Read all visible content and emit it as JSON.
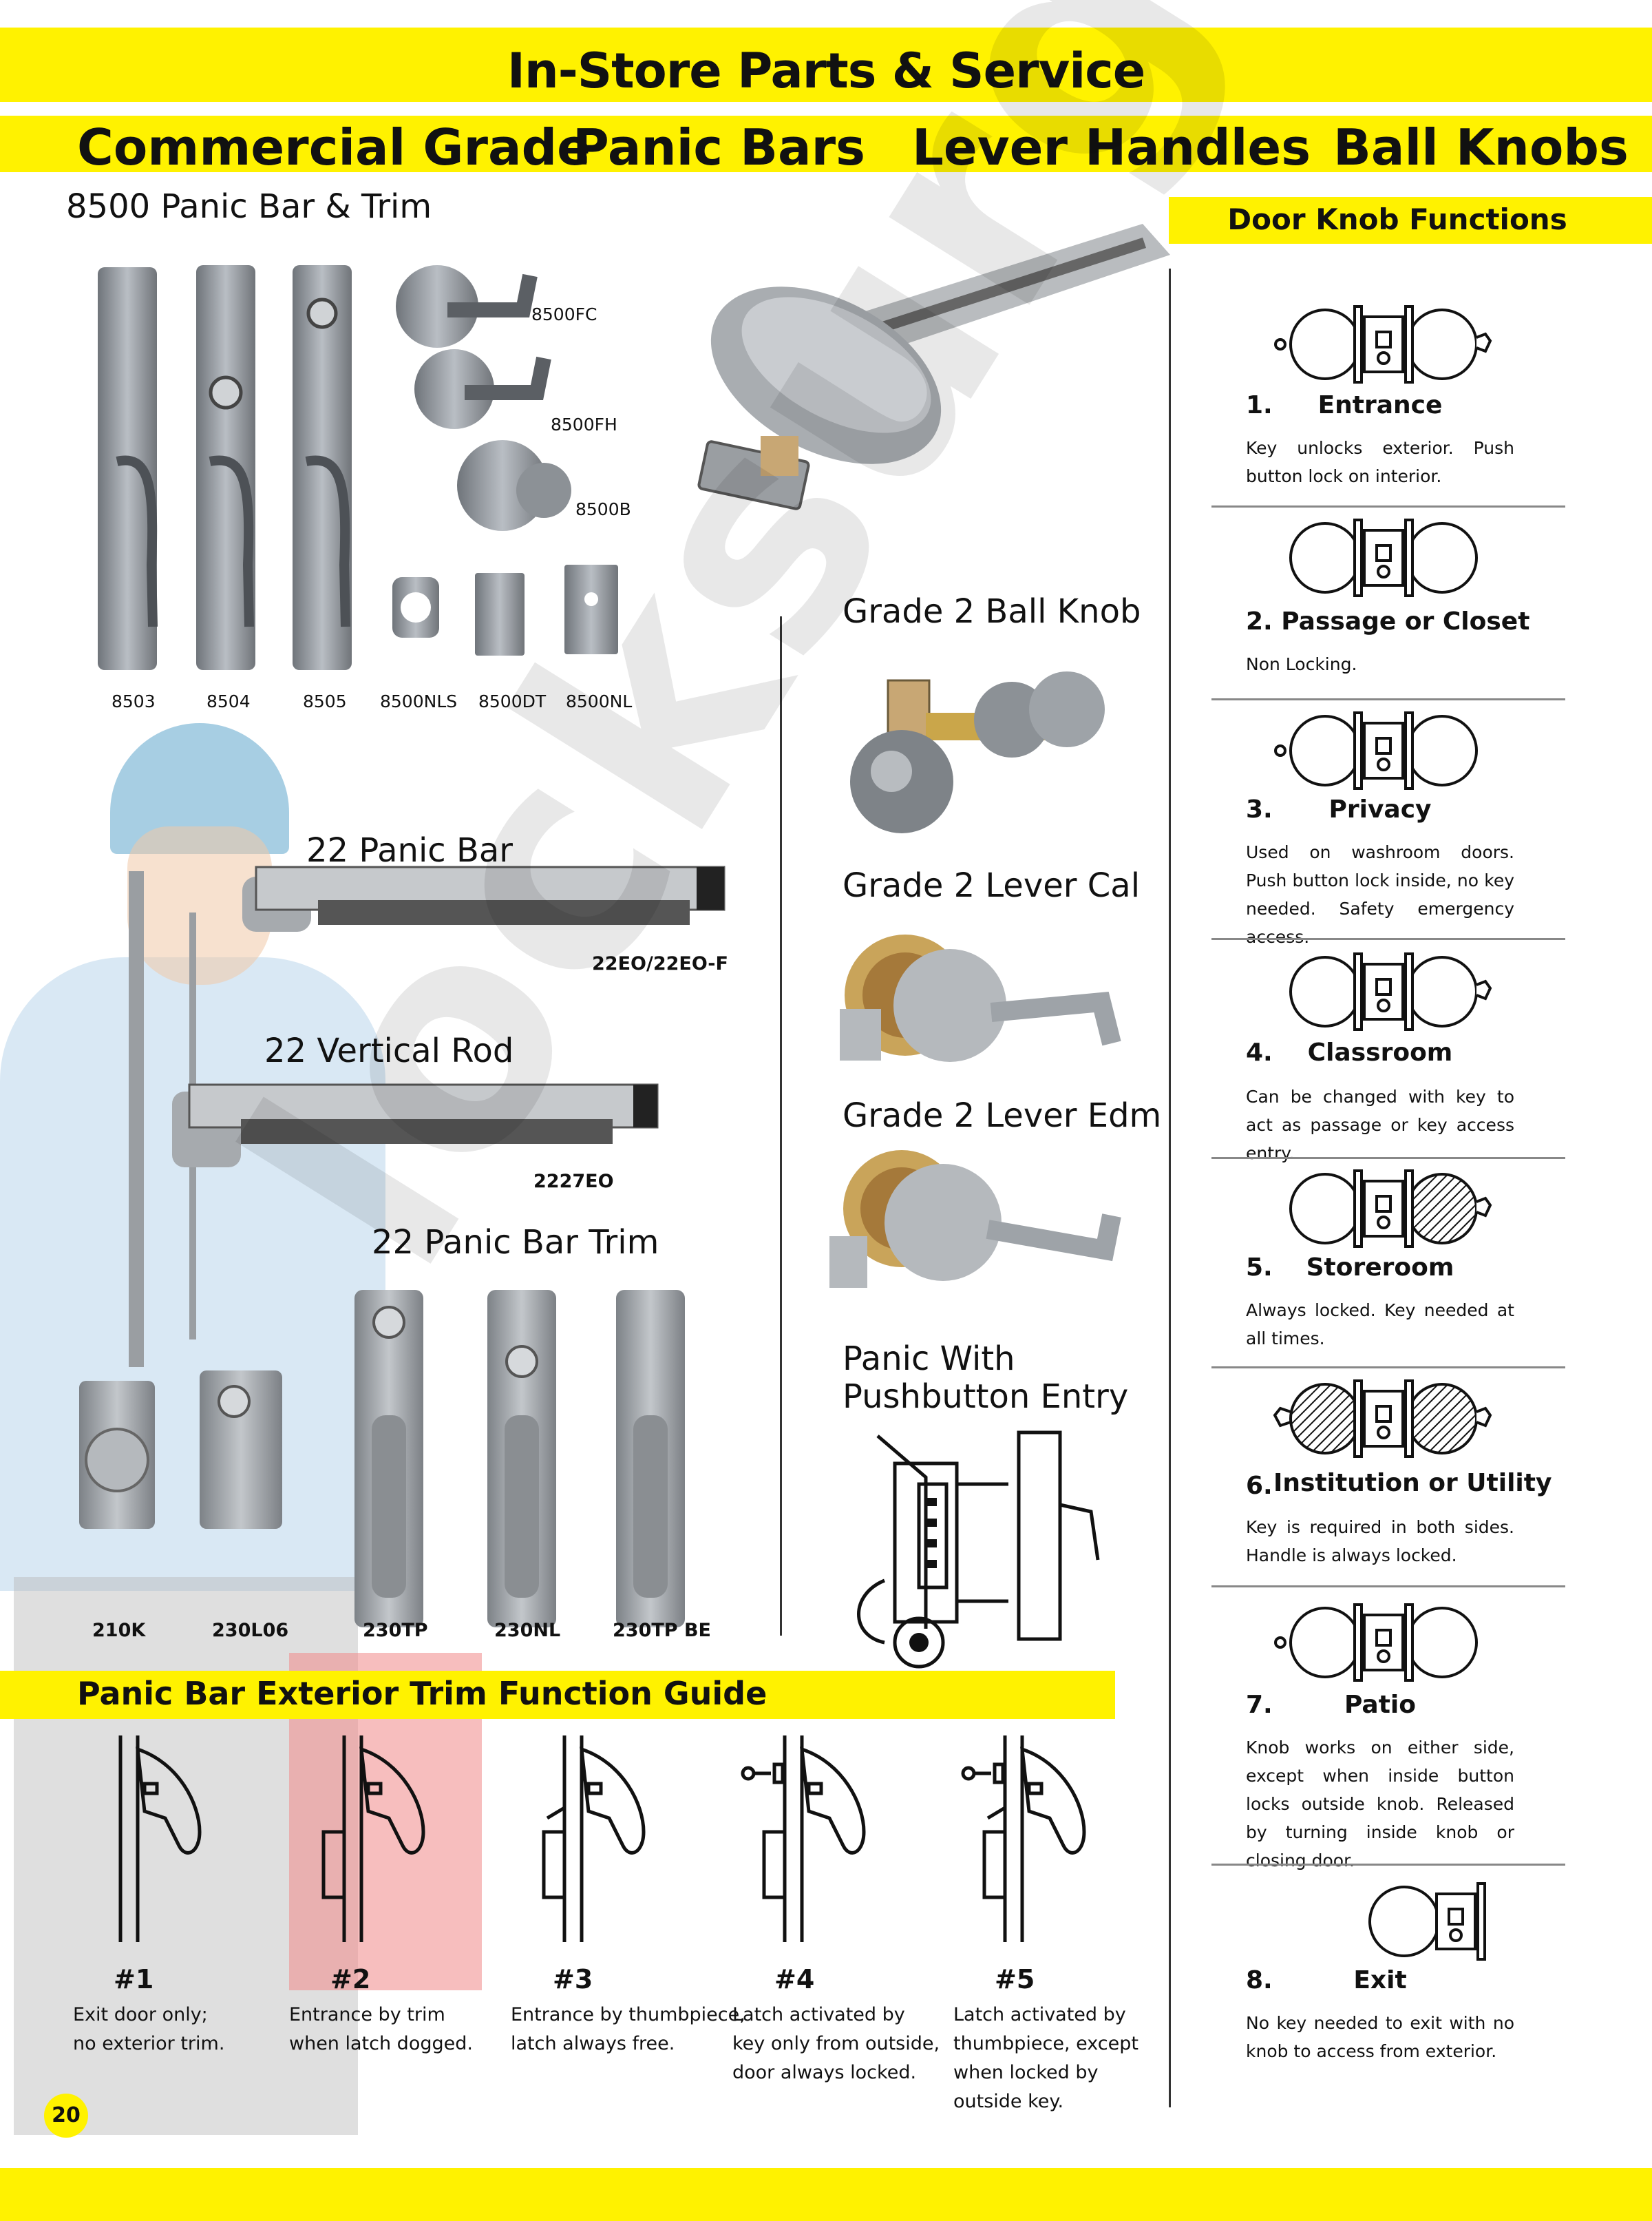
{
  "header": {
    "title": "In-Store Parts & Service",
    "categories": [
      "Commercial Grade",
      "Panic Bars",
      "Lever Handles",
      "Ball Knobs"
    ]
  },
  "watermark": "locksurgeon.com",
  "sections": {
    "s8500": {
      "title": "8500 Panic Bar & Trim",
      "captions": [
        "8503",
        "8504",
        "8505",
        "8500NLS",
        "8500DT",
        "8500NL",
        "8500FC",
        "8500FH",
        "8500B"
      ]
    },
    "panic22": {
      "title": "22 Panic Bar",
      "code": "22EO/22EO-F"
    },
    "rod22": {
      "title": "22 Vertical Rod",
      "code": "2227EO"
    },
    "trim22": {
      "title": "22 Panic Bar Trim",
      "codes": [
        "210K",
        "230L06",
        "230TP",
        "230NL",
        "230TP BE"
      ]
    },
    "grade2": [
      {
        "title": "Grade 2 Ball Knob"
      },
      {
        "title": "Grade 2 Lever Cal"
      },
      {
        "title": "Grade 2 Lever Edm"
      },
      {
        "title_l1": "Panic With",
        "title_l2": "Pushbutton Entry"
      }
    ]
  },
  "guide": {
    "title": "Panic Bar Exterior Trim Function Guide",
    "items": [
      {
        "num": "#1",
        "l1": "Exit door only;",
        "l2": "no exterior trim.",
        "l3": "",
        "l4": ""
      },
      {
        "num": "#2",
        "l1": "Entrance by trim",
        "l2": "when latch dogged.",
        "l3": "",
        "l4": ""
      },
      {
        "num": "#3",
        "l1": "Entrance by thumbpiece,",
        "l2": "latch always free.",
        "l3": "",
        "l4": ""
      },
      {
        "num": "#4",
        "l1": "Latch activated by",
        "l2": "key only from outside,",
        "l3": "door always locked.",
        "l4": ""
      },
      {
        "num": "#5",
        "l1": "Latch activated by",
        "l2": "thumbpiece, except",
        "l3": "when locked by",
        "l4": "outside key."
      }
    ]
  },
  "door_knob": {
    "title": "Door Knob Functions",
    "items": [
      {
        "num": "1.",
        "name": "Entrance",
        "desc": "Key unlocks exterior. Push button lock on interior."
      },
      {
        "num": "",
        "name": "2. Passage or Closet",
        "desc": "Non Locking."
      },
      {
        "num": "3.",
        "name": "Privacy",
        "desc": "Used on washroom doors. Push button lock inside, no key needed. Safety emergency access."
      },
      {
        "num": "4.",
        "name": "Classroom",
        "desc": "Can be changed with key to act as passage or key access entry."
      },
      {
        "num": "5.",
        "name": "Storeroom",
        "desc": "Always locked. Key needed at all times."
      },
      {
        "num": "6.",
        "name": "Institution or Utility",
        "desc": "Key is required in both sides. Handle is always locked."
      },
      {
        "num": "7.",
        "name": "Patio",
        "desc": "Knob works on either side, except when inside button locks outside knob. Released by turning inside knob or closing door."
      },
      {
        "num": "8.",
        "name": "Exit",
        "desc": "No key needed to exit with no knob to access from exterior."
      }
    ]
  },
  "page_number": "20"
}
